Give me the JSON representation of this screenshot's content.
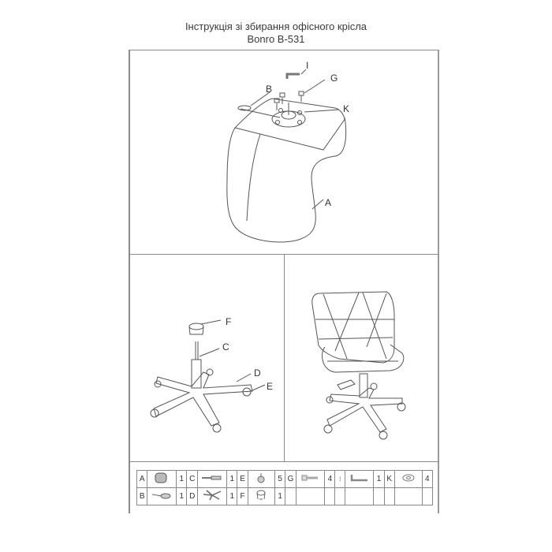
{
  "document": {
    "title_line1": "Інструкція зі збирання офісного крісла",
    "title_line2": "Bonro B-531"
  },
  "top_panel": {
    "callouts": {
      "I": "I",
      "G": "G",
      "B": "B",
      "K": "K",
      "A": "A"
    }
  },
  "base_panel": {
    "callouts": {
      "F": "F",
      "C": "C",
      "D": "D",
      "E": "E"
    }
  },
  "parts_table": {
    "rows": [
      [
        {
          "letter": "A",
          "icon": "seat-icon",
          "qty": "1"
        },
        {
          "letter": "C",
          "icon": "gas-lift-icon",
          "qty": "1"
        },
        {
          "letter": "E",
          "icon": "caster-icon",
          "qty": "5"
        },
        {
          "letter": "G",
          "icon": "bolt-icon",
          "qty": "4"
        },
        {
          "letter": "I",
          "icon": "hex-key-icon",
          "qty": "1"
        },
        {
          "letter": "K",
          "icon": "washer-icon",
          "qty": "4"
        }
      ],
      [
        {
          "letter": "B",
          "icon": "mechanism-lever-icon",
          "qty": "1"
        },
        {
          "letter": "D",
          "icon": "star-base-icon",
          "qty": "1"
        },
        {
          "letter": "F",
          "icon": "gas-lift-cover-icon",
          "qty": "1"
        },
        {
          "letter": "",
          "icon": "",
          "qty": ""
        },
        {
          "letter": "",
          "icon": "",
          "qty": ""
        },
        {
          "letter": "",
          "icon": "",
          "qty": ""
        }
      ]
    ]
  }
}
